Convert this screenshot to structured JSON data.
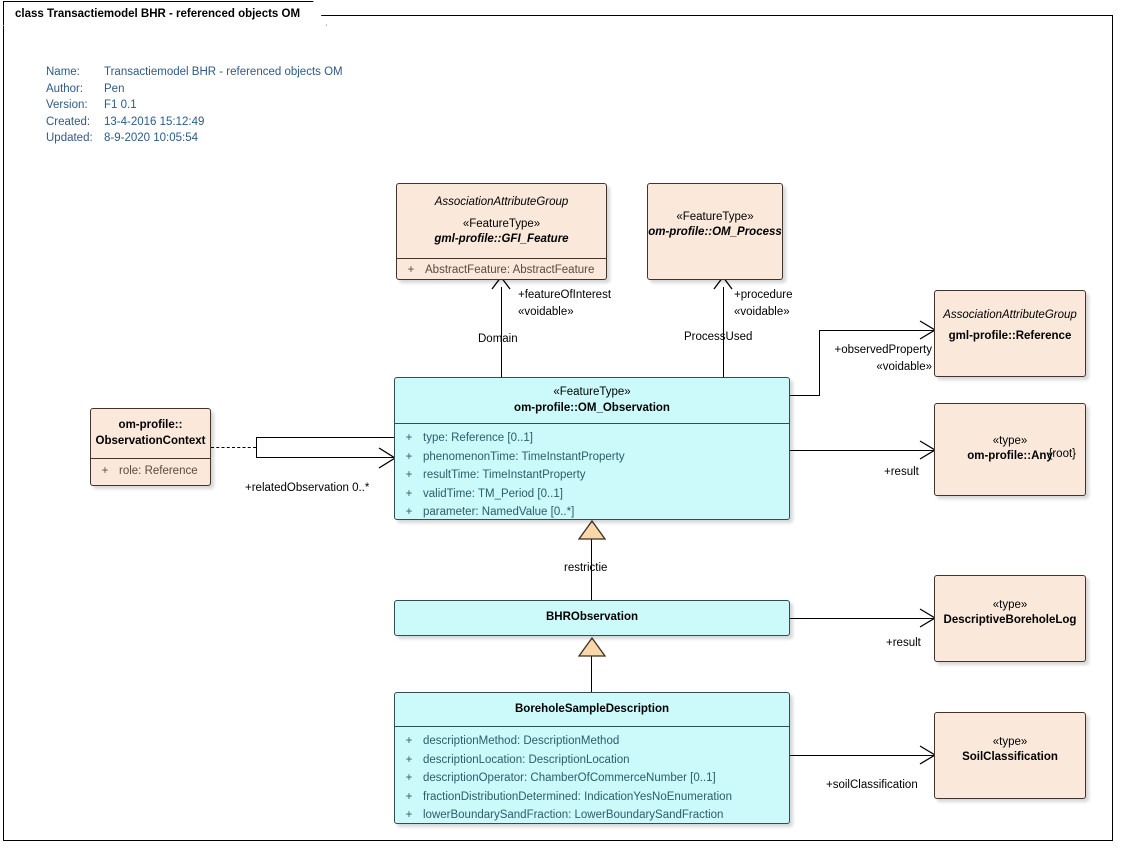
{
  "diagram": {
    "tab_title": "class Transactiemodel BHR - referenced objects OM",
    "meta": [
      {
        "key": "Name:",
        "value": "Transactiemodel BHR - referenced objects OM"
      },
      {
        "key": "Author:",
        "value": "Pen"
      },
      {
        "key": "Version:",
        "value": "F1 0.1"
      },
      {
        "key": "Created:",
        "value": "13-4-2016 15:12:49"
      },
      {
        "key": "Updated:",
        "value": "8-9-2020 10:05:54"
      }
    ]
  },
  "colors": {
    "peach_fill": "#fae8da",
    "cyan_fill": "#ccfafa",
    "peach_border": "#43332a",
    "cyan_border": "#2f4f52",
    "meta_text": "#2e5a87",
    "attr_text": "#2b5d6b",
    "triangle_fill": "#fad7a8"
  },
  "classes": {
    "gfi_feature": {
      "group": "AssociationAttributeGroup",
      "stereotype": "«FeatureType»",
      "name": "gml-profile::GFI_Feature",
      "attributes": [
        {
          "vis": "+",
          "text": "AbstractFeature: AbstractFeature"
        }
      ]
    },
    "om_process": {
      "stereotype": "«FeatureType»",
      "name": "om-profile::OM_Process"
    },
    "reference": {
      "group": "AssociationAttributeGroup",
      "name": "gml-profile::Reference"
    },
    "any": {
      "stereotype": "«type»",
      "name": "om-profile::Any",
      "root": "{root}"
    },
    "observation_context": {
      "name_line1": "om-profile::",
      "name_line2": "ObservationContext",
      "attributes": [
        {
          "vis": "+",
          "text": "role: Reference"
        }
      ]
    },
    "om_observation": {
      "stereotype": "«FeatureType»",
      "name": "om-profile::OM_Observation",
      "attributes": [
        {
          "vis": "+",
          "text": "type: Reference [0..1]"
        },
        {
          "vis": "+",
          "text": "phenomenonTime: TimeInstantProperty"
        },
        {
          "vis": "+",
          "text": "resultTime: TimeInstantProperty"
        },
        {
          "vis": "+",
          "text": "validTime: TM_Period [0..1]"
        },
        {
          "vis": "+",
          "text": "parameter: NamedValue [0..*]"
        }
      ]
    },
    "bhr_observation": {
      "name": "BHRObservation"
    },
    "descriptive_borehole_log": {
      "stereotype": "«type»",
      "name": "DescriptiveBoreholeLog"
    },
    "soil_classification": {
      "stereotype": "«type»",
      "name": "SoilClassification"
    },
    "borehole_sample_description": {
      "name": "BoreholeSampleDescription",
      "attributes": [
        {
          "vis": "+",
          "text": "descriptionMethod: DescriptionMethod"
        },
        {
          "vis": "+",
          "text": "descriptionLocation: DescriptionLocation"
        },
        {
          "vis": "+",
          "text": "descriptionOperator: ChamberOfCommerceNumber [0..1]"
        },
        {
          "vis": "+",
          "text": "fractionDistributionDetermined: IndicationYesNoEnumeration"
        },
        {
          "vis": "+",
          "text": "lowerBoundarySandFraction: LowerBoundarySandFraction"
        }
      ]
    }
  },
  "connectors": {
    "feature_of_interest_role": "+featureOfInterest",
    "feature_of_interest_stereo": "«voidable»",
    "domain_label": "Domain",
    "procedure_role": "+procedure",
    "procedure_stereo": "«voidable»",
    "process_used_label": "ProcessUsed",
    "observed_property_role": "+observedProperty",
    "observed_property_stereo": "«voidable»",
    "result_any_label": "+result",
    "related_observation_label": "+relatedObservation 0..*",
    "restrictie_label": "restrictie",
    "result_log_label": "+result",
    "soil_classification_label": "+soilClassification"
  }
}
